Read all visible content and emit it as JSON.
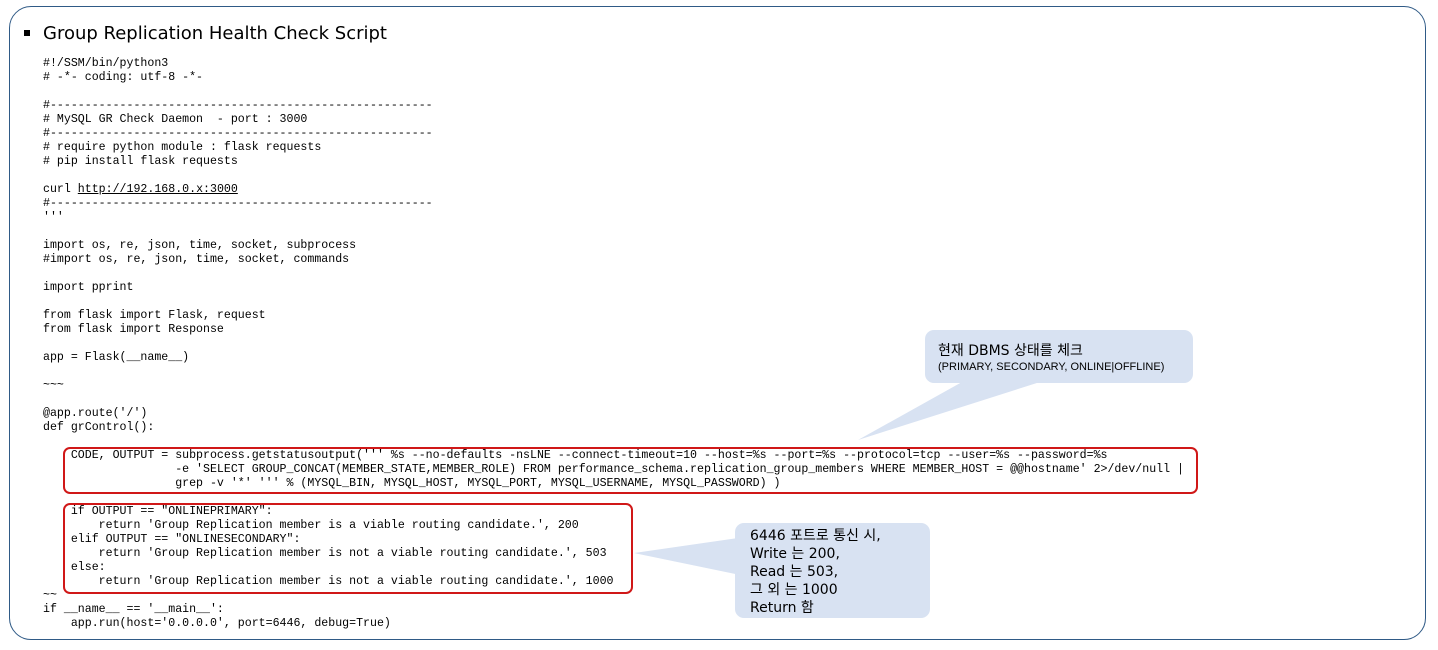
{
  "slide": {
    "title": "Group Replication Health Check Script",
    "code_lines": [
      "#!/SSM/bin/python3",
      "# -*- coding: utf-8 -*-",
      "",
      "#-------------------------------------------------------",
      "# MySQL GR Check Daemon  - port : 3000",
      "#-------------------------------------------------------",
      "# require python module : flask requests",
      "# pip install flask requests",
      "",
      "curl ",
      "#-------------------------------------------------------",
      "'''",
      "",
      "import os, re, json, time, socket, subprocess",
      "#import os, re, json, time, socket, commands",
      "",
      "import pprint",
      "",
      "from flask import Flask, request",
      "from flask import Response",
      "",
      "app = Flask(__name__)",
      "",
      "~~~",
      "",
      "@app.route('/')",
      "def grControl():",
      "",
      "    CODE, OUTPUT = subprocess.getstatusoutput(''' %s --no-defaults -nsLNE --connect-timeout=10 --host=%s --port=%s --protocol=tcp --user=%s --password=%s",
      "                   -e 'SELECT GROUP_CONCAT(MEMBER_STATE,MEMBER_ROLE) FROM performance_schema.replication_group_members WHERE MEMBER_HOST = @@hostname' 2>/dev/null |",
      "                   grep -v '*' ''' % (MYSQL_BIN, MYSQL_HOST, MYSQL_PORT, MYSQL_USERNAME, MYSQL_PASSWORD) )",
      "",
      "    if OUTPUT == \"ONLINEPRIMARY\":",
      "        return 'Group Replication member is a viable routing candidate.', 200",
      "    elif OUTPUT == \"ONLINESECONDARY\":",
      "        return 'Group Replication member is not a viable routing candidate.', 503",
      "    else:",
      "        return 'Group Replication member is not a viable routing candidate.', 1000",
      "~~",
      "if __name__ == '__main__':",
      "    app.run(host='0.0.0.0', port=6446, debug=True)"
    ],
    "curl_url": "http://192.168.0.x:3000",
    "callout_status": {
      "main": "현재 DBMS 상태를 체크",
      "sub": "(PRIMARY, SECONDARY, ONLINE|OFFLINE)"
    },
    "callout_return": {
      "line1": "6446 포트로 통신 시,",
      "line2": "Write 는 200,",
      "line3": "Read 는 503,",
      "line4": "그 외 는 1000",
      "line5": "Return 함"
    }
  },
  "colors": {
    "frame_border": "#2f5a86",
    "highlight_border": "#d01818",
    "callout_fill": "#d8e2f2"
  }
}
